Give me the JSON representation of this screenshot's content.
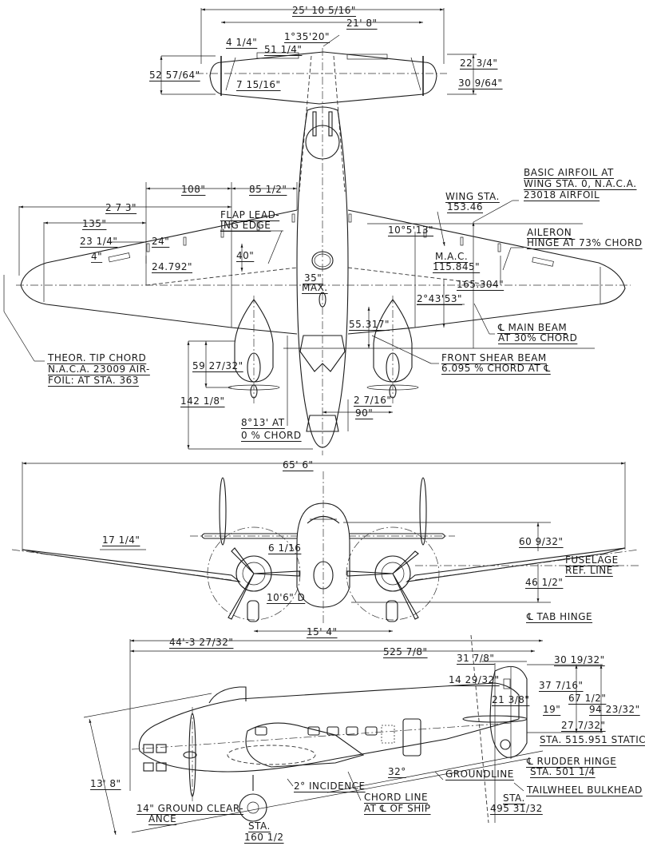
{
  "drawing": {
    "title": "Three-view general arrangement drawing of twin-engine transport aircraft",
    "ink_color": "#1a1a1a",
    "paper_color": "#ffffff"
  },
  "top_view": {
    "tail": {
      "span_overall": "25' 10 5/16\"",
      "span_fins": "21' 8\"",
      "dihedral_angle": "1°35'20\"",
      "fin_offset": "4 1/4\"",
      "elevator_tab": "51 1/4\"",
      "chord": "52 57/64\"",
      "fin_thickness": "7 15/16\"",
      "fwd_to_cl": "22 3/4\"",
      "aft_from_cl": "30 9/64\""
    },
    "wing": {
      "dim_273": "2 7 3\"",
      "dim_108": "108\"",
      "dim_85": "85 1/2\"",
      "dim_135": "135\"",
      "dim_23": "23 1/4\"",
      "dim_24": "24\"",
      "dim_4": "4\"",
      "dim_24792": "24.792\"",
      "dim_40": "40\"",
      "flap_label_1": "FLAP LEAD-",
      "flap_label_2": "ING EDGE",
      "fuselage_width_1": "35\"",
      "fuselage_width_2": "MAX.",
      "sweep_angle": "10°5'13\"",
      "wing_sta_1": "WING STA.",
      "wing_sta_2": "153.46",
      "basic_airfoil_1": "BASIC AIRFOIL AT",
      "basic_airfoil_2": "WING STA. 0, N.A.C.A.",
      "basic_airfoil_3": "23018 AIRFOIL",
      "mac_1": "M.A.C.",
      "mac_2": "115.845\"",
      "aileron_1": "AILERON",
      "aileron_2": "HINGE AT 73% CHORD",
      "dim_165": "165.304\"",
      "te_angle": "2°43'53\"",
      "dim_55": "55.317\"",
      "main_beam_1": "℄ MAIN BEAM",
      "main_beam_2": "AT 30% CHORD",
      "front_shear_1": "FRONT SHEAR BEAM",
      "front_shear_2": "6.095 % CHORD AT ℄",
      "tip_chord_1": "THEOR. TIP CHORD",
      "tip_chord_2": "N.A.C.A. 23009 AIR-",
      "tip_chord_3": "FOIL: AT STA. 363",
      "dim_59": "59 27/32\"",
      "dim_142": "142 1/8\"",
      "nacelle_angle_1": "8°13' AT",
      "nacelle_angle_2": "0 % CHORD",
      "dim_2716": "2  7/16\"",
      "dim_90": "90\""
    }
  },
  "front_view": {
    "span": "65' 6\"",
    "dihedral": "17 1/4\"",
    "dim_6116": "6 1/16",
    "prop_dia": "10'6\" D",
    "tread": "15' 4\"",
    "above_ref": "60 9/32\"",
    "ref_line_1": "FUSELAGE",
    "ref_line_2": "REF. LINE",
    "below_ref": "46 1/2\"",
    "tab_hinge": "℄ TAB HINGE"
  },
  "side_view": {
    "length": "44'-3 27/32\"",
    "dim_525": "525 7/8\"",
    "dim_31": "31 7/8\"",
    "dim_30": "30 19/32\"",
    "dim_14": "14 29/32\"",
    "dim_37": "37 7/16\"",
    "dim_21": "21 3/8\"",
    "dim_67": "67 1/2\"",
    "dim_19": "19\"",
    "dim_94": "94 23/32\"",
    "dim_27": "27 7/32\"",
    "static": "STA. 515.951 STATIC",
    "rudder_1": "℄ RUDDER HINGE",
    "rudder_2": "STA. 501 1/4",
    "groundline": "GROUNDLINE",
    "tailwheel": "TAILWHEEL BULKHEAD",
    "sta_495_1": "STA.",
    "sta_495_2": "495 31/32",
    "height": "13' 8\"",
    "clearance_1": "14\" GROUND CLEAR-",
    "clearance_2": "ANCE",
    "sta_160_1": "STA.",
    "sta_160_2": "160 1/2",
    "incidence": "2° INCIDENCE",
    "chord_1": "CHORD LINE",
    "chord_2": "AT ℄ OF SHIP",
    "tip_angle": "32°"
  }
}
